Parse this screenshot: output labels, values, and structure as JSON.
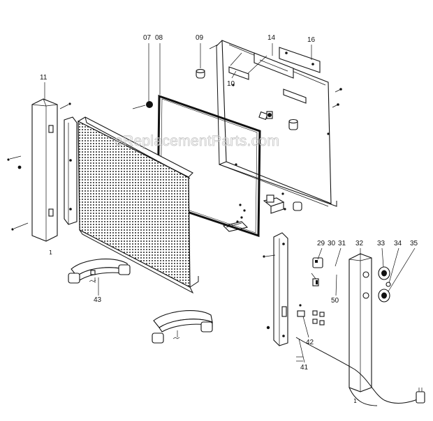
{
  "watermark": "eReplacementParts.com",
  "callouts": {
    "p07": "07",
    "p08": "08",
    "p09": "09",
    "p14": "14",
    "p16": "16",
    "p10": "10",
    "p11": "11",
    "p29": "29",
    "p30": "30",
    "p31": "31",
    "p32": "32",
    "p33": "33",
    "p34": "34",
    "p35": "35",
    "p50": "50",
    "p43": "43",
    "p42": "42",
    "p41": "41"
  },
  "marks": {
    "left_foot": "1",
    "right_foot": "1"
  }
}
